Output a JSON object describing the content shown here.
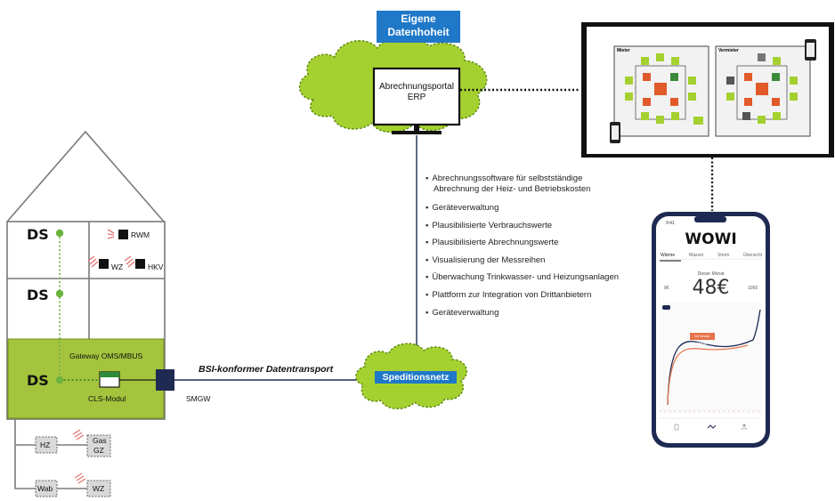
{
  "header": {
    "line1": "Eigene",
    "line2": "Datenhoheit"
  },
  "portal": {
    "line1": "Abrechnungsportal",
    "line2": "ERP"
  },
  "cloud_label": "Speditionsnetz",
  "transport_label": "BSI-konformer Datentransport",
  "house": {
    "ds": [
      "DS",
      "DS",
      "DS"
    ],
    "devices": [
      "RWM",
      "WZ",
      "HKV"
    ],
    "gateway": "Gateway OMS/MBUS",
    "cls": "CLS-Modul",
    "smgw": "SMGW",
    "meters": {
      "hz": "HZ",
      "gas1": "Gas",
      "gas2": "GZ",
      "wab": "Wab",
      "wz": "WZ"
    }
  },
  "features": [
    "Abrechnungssoftware für selbstständige",
    "Abrechnung der Heiz- und Betriebskosten",
    "Geräteverwaltung",
    "Plausibilisierte Verbrauchswerte",
    "Plausibilisierte Abrechnungswerte",
    "Visualisierung der Messreihen",
    "Überwachung Trinkwasser- und Heizungsanlagen",
    "Plattform zur Integration von Drittanbietern",
    "Geräteverwaltung"
  ],
  "screen": {
    "mieter": "Mieter",
    "vermieter": "Vermieter"
  },
  "phone": {
    "time": "9:41",
    "title": "WOWI",
    "tabs": [
      "Wärme",
      "Wasser",
      "Strom",
      "Übersicht"
    ],
    "caption": "Dieser Monat",
    "amount": "48€",
    "left_value": "9€",
    "right_value": "105€",
    "badge": "Ihr bester Monat!"
  },
  "colors": {
    "green": "#8bc541",
    "blue": "#1f78c8",
    "navy": "#1e2a52",
    "cloud": "#a5d130",
    "dark": "#1a1a1a"
  }
}
